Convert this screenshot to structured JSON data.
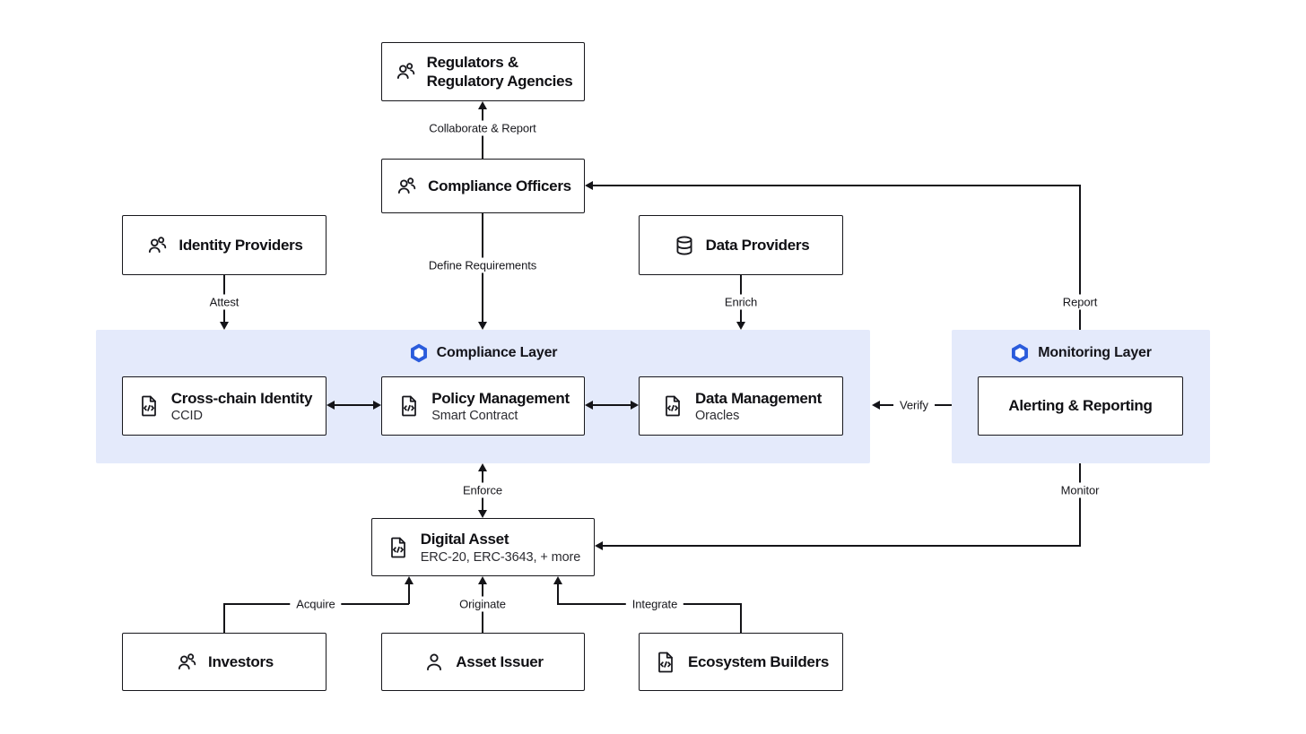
{
  "colors": {
    "background": "#ffffff",
    "layer_band": "#e4eafb",
    "accent_blue": "#2b5cdc",
    "line": "#141418",
    "box_border": "#17171c"
  },
  "layers": {
    "compliance": {
      "title": "Compliance Layer",
      "icon": "chainlink-hexagon-icon"
    },
    "monitoring": {
      "title": "Monitoring Layer",
      "icon": "chainlink-hexagon-icon"
    }
  },
  "nodes": {
    "regulators": {
      "title": "Regulators &\nRegulatory Agencies",
      "icon": "people-icon"
    },
    "compliance_officers": {
      "title": "Compliance Officers",
      "icon": "people-icon"
    },
    "identity_providers": {
      "title": "Identity Providers",
      "icon": "people-icon"
    },
    "data_providers": {
      "title": "Data Providers",
      "icon": "database-icon"
    },
    "cross_chain_identity": {
      "title": "Cross-chain Identity",
      "subtitle": "CCID",
      "icon": "code-document-icon"
    },
    "policy_management": {
      "title": "Policy Management",
      "subtitle": "Smart Contract",
      "icon": "code-document-icon"
    },
    "data_management": {
      "title": "Data Management",
      "subtitle": "Oracles",
      "icon": "code-document-icon"
    },
    "alerting_reporting": {
      "title": "Alerting & Reporting"
    },
    "digital_asset": {
      "title": "Digital Asset",
      "subtitle": "ERC-20, ERC-3643, + more",
      "icon": "code-document-icon"
    },
    "investors": {
      "title": "Investors",
      "icon": "people-icon"
    },
    "asset_issuer": {
      "title": "Asset Issuer",
      "icon": "person-icon"
    },
    "ecosystem_builders": {
      "title": "Ecosystem Builders",
      "icon": "code-document-icon"
    }
  },
  "edges": {
    "collaborate_report": {
      "label": "Collaborate & Report",
      "from": "compliance_officers",
      "to": "regulators"
    },
    "define_requirements": {
      "label": "Define Requirements",
      "from": "compliance_officers",
      "to": "compliance_layer"
    },
    "attest": {
      "label": "Attest",
      "from": "identity_providers",
      "to": "compliance_layer"
    },
    "enrich": {
      "label": "Enrich",
      "from": "data_providers",
      "to": "compliance_layer"
    },
    "report": {
      "label": "Report",
      "from": "monitoring_layer",
      "to": "compliance_officers"
    },
    "identity_policy": {
      "label": "",
      "from": "cross_chain_identity",
      "to": "policy_management",
      "bidirectional": true
    },
    "policy_data": {
      "label": "",
      "from": "policy_management",
      "to": "data_management",
      "bidirectional": true
    },
    "verify": {
      "label": "Verify",
      "from": "monitoring_layer",
      "to": "compliance_layer"
    },
    "enforce": {
      "label": "Enforce",
      "from": "compliance_layer",
      "to": "digital_asset",
      "bidirectional": true
    },
    "monitor": {
      "label": "Monitor",
      "from": "monitoring_layer",
      "to": "digital_asset"
    },
    "acquire": {
      "label": "Acquire",
      "from": "investors",
      "to": "digital_asset"
    },
    "originate": {
      "label": "Originate",
      "from": "asset_issuer",
      "to": "digital_asset"
    },
    "integrate": {
      "label": "Integrate",
      "from": "ecosystem_builders",
      "to": "digital_asset"
    }
  }
}
